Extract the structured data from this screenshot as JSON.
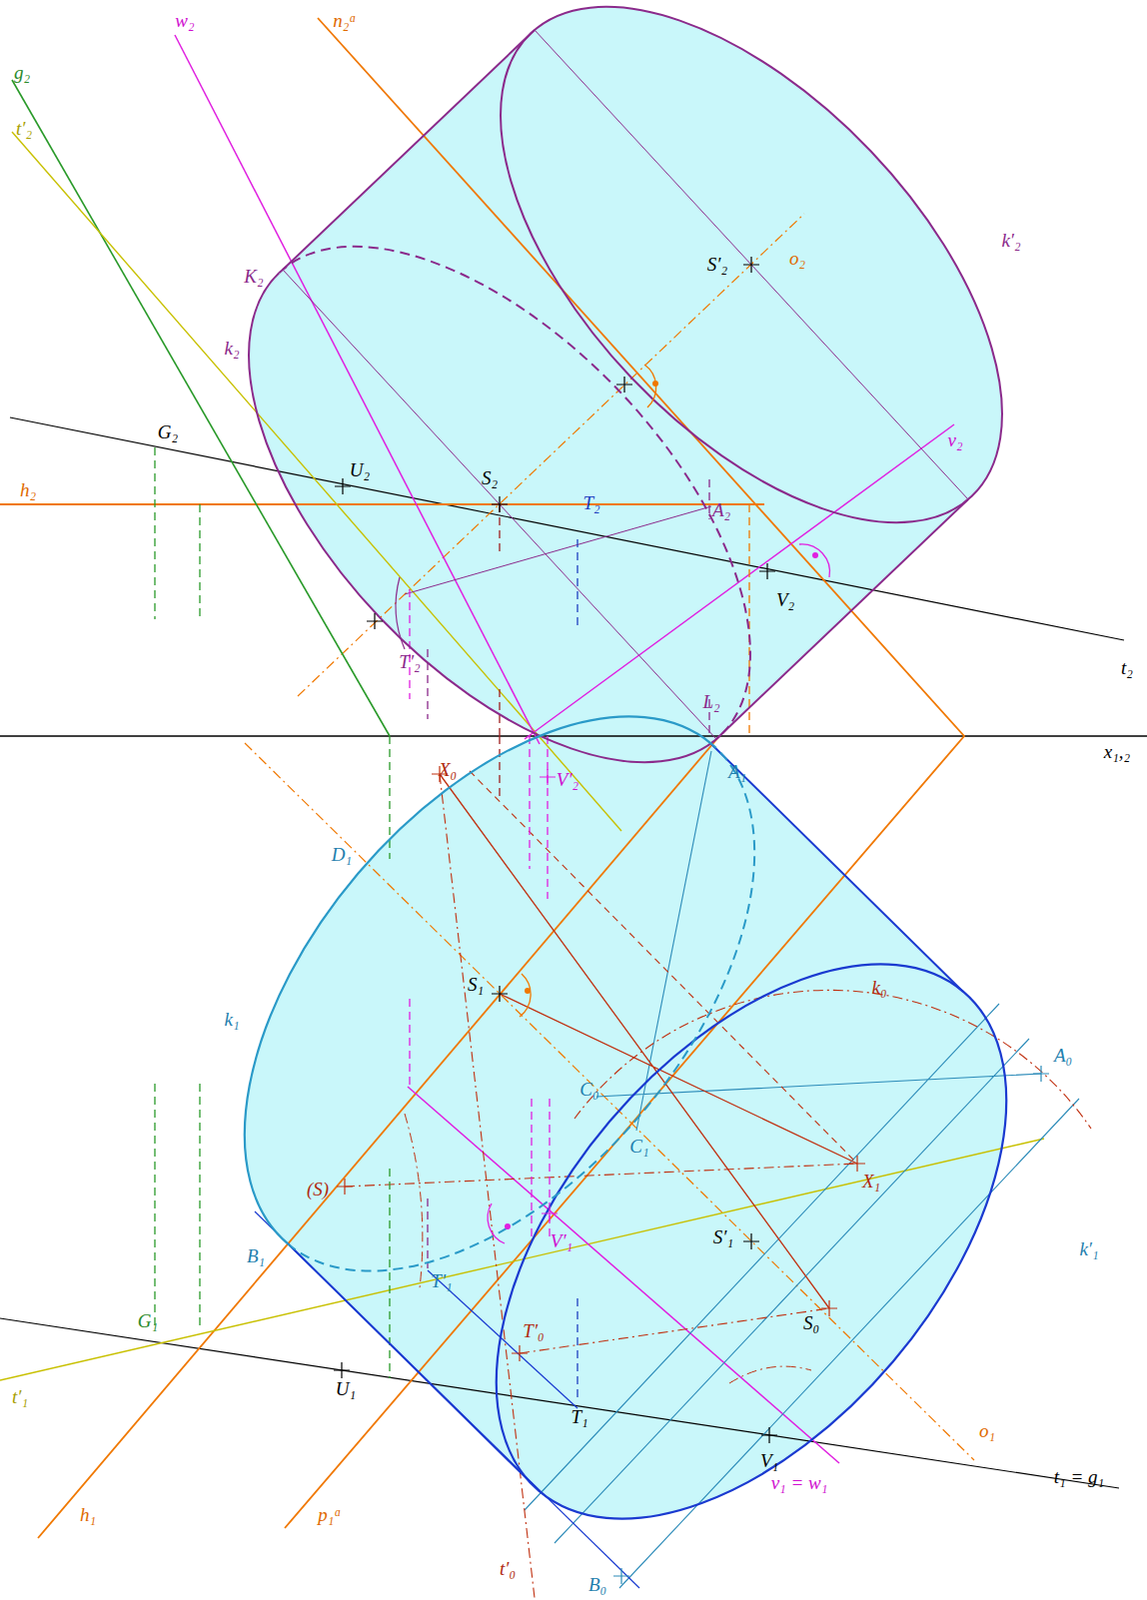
{
  "diagram": {
    "labels": [
      "w₂",
      "n₂ᵅ",
      "g₂",
      "t′₂",
      "G₂",
      "U₂",
      "S₂",
      "h₂",
      "T₂",
      "A₂",
      "V₂",
      "t₂",
      "K₂",
      "k₂",
      "S′₂",
      "o₂",
      "k′₂",
      "v₂",
      "T′₂",
      "L₂",
      "x₁,₂",
      "X₀",
      "A₁",
      "V′₂",
      "D₁",
      "S₁",
      "k₀",
      "k₁",
      "C₀",
      "C₁",
      "A₀",
      "X₁",
      "(S)",
      "B₁",
      "T′₁",
      "V′₁",
      "S′₁",
      "k′₁",
      "S₀",
      "G₁",
      "T′₀",
      "U₁",
      "T₁",
      "V₁",
      "o₁",
      "t′₁",
      "h₁",
      "p₁ᵅ",
      "v₁ = w₁",
      "t₁ = g₁",
      "t′₀",
      "B₀"
    ]
  }
}
